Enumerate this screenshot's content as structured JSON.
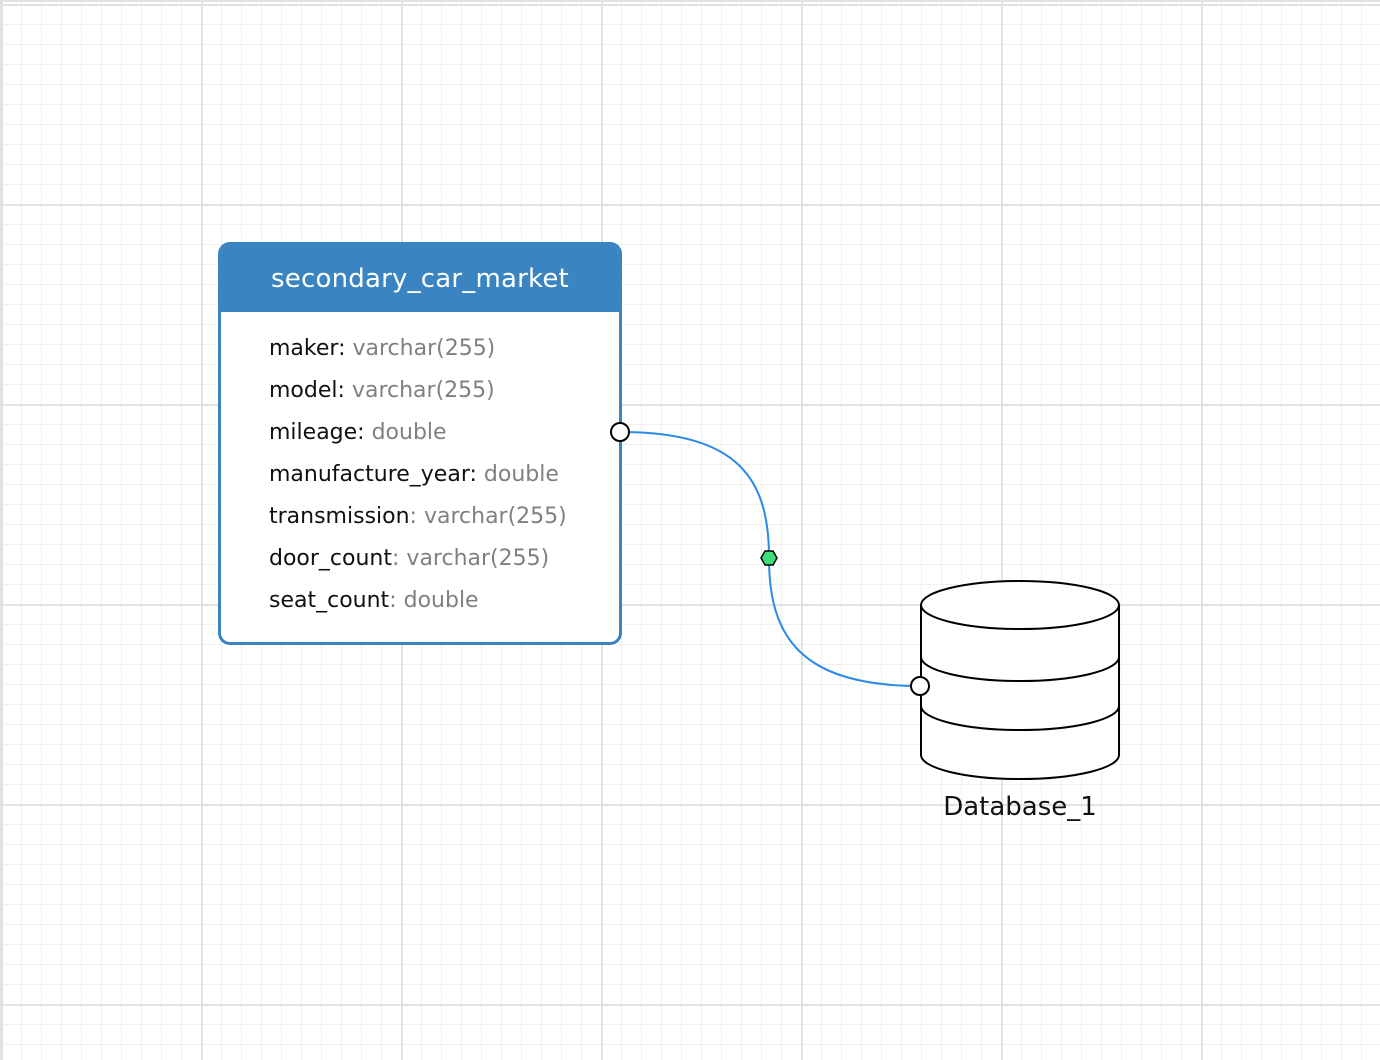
{
  "entity": {
    "name": "secondary_car_market",
    "fields": [
      {
        "name": "maker",
        "separator": ":",
        "type": "varchar(255)",
        "separator_style": "dark"
      },
      {
        "name": "model",
        "separator": ":",
        "type": "varchar(255)",
        "separator_style": "dark"
      },
      {
        "name": "mileage",
        "separator": ":",
        "type": "double",
        "separator_style": "dark"
      },
      {
        "name": "manufacture_year",
        "separator": ":",
        "type": "double",
        "separator_style": "dark"
      },
      {
        "name": "transmission",
        "separator": ":",
        "type": "varchar(255)",
        "separator_style": "light"
      },
      {
        "name": "door_count",
        "separator": ":",
        "type": "varchar(255)",
        "separator_style": "light"
      },
      {
        "name": "seat_count",
        "separator": ":",
        "type": "double",
        "separator_style": "light"
      }
    ]
  },
  "database": {
    "label": "Database_1",
    "icon": "database-cylinder-icon"
  },
  "connection": {
    "from": "secondary_car_market",
    "to": "Database_1",
    "midpoint_icon": "hexagon-handle-icon"
  },
  "colors": {
    "entity_header": "#3a84c2",
    "connector_line": "#2b8ae8",
    "midpoint_handle": "#3ddc7c",
    "field_type_text": "#808080"
  }
}
